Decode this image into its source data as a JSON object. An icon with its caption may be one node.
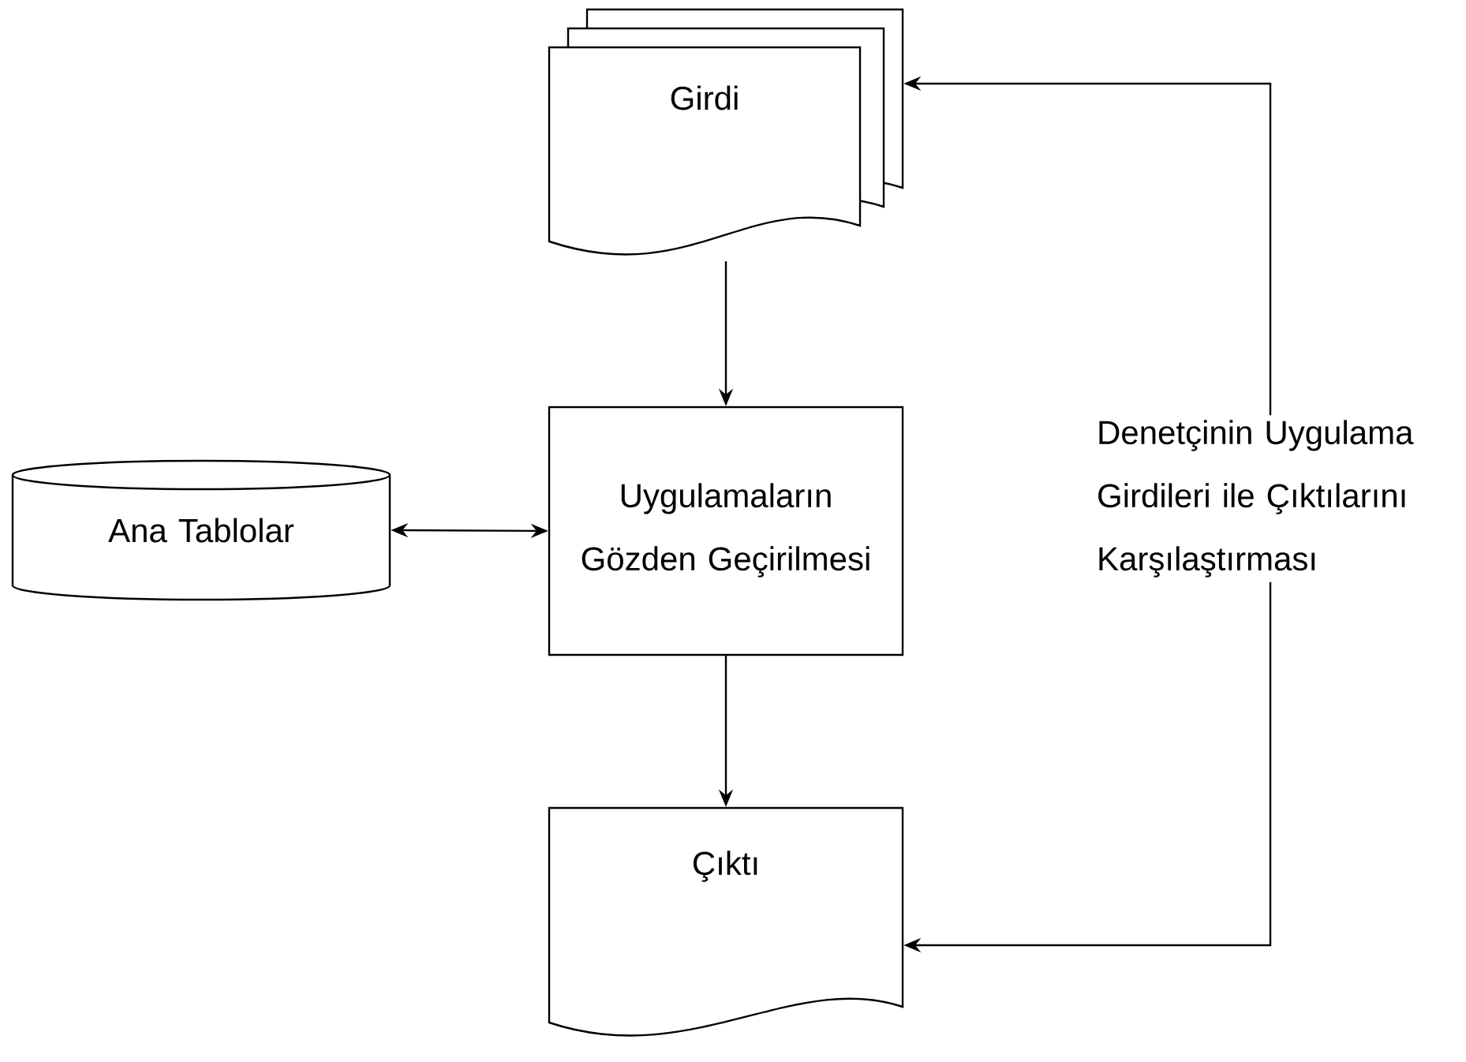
{
  "diagram": {
    "nodes": [
      {
        "text": [
          "Girdi"
        ]
      },
      {
        "text": [
          "Ana Tablolar"
        ]
      },
      {
        "text": [
          "Uygulamaların Gözden Geçirilmesi"
        ]
      },
      {
        "text": [
          "Çıktı"
        ]
      }
    ],
    "edges": [
      {
        "from": 0,
        "to": 2,
        "arrow": "to"
      },
      {
        "from": 1,
        "to": 2,
        "arrow": "both"
      },
      {
        "from": 2,
        "to": 3,
        "arrow": "to"
      },
      {
        "from": 3,
        "to": 0,
        "arrow": "both",
        "label": "Denetçinin Uygulama Girdileri ile Çıktılarını Karşılaştırması"
      }
    ]
  }
}
